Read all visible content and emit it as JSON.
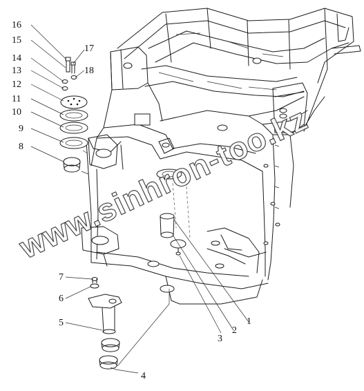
{
  "callouts": {
    "c1": "1",
    "c2": "2",
    "c3": "3",
    "c4": "4",
    "c5": "5",
    "c6": "6",
    "c7": "7",
    "c8": "8",
    "c9": "9",
    "c10": "10",
    "c11": "11",
    "c12": "12",
    "c13": "13",
    "c14": "14",
    "c15": "15",
    "c16": "16",
    "c17": "17",
    "c18": "18"
  },
  "watermark": "www.sinhron-too.kz",
  "colors": {
    "line": "#1a1a1a",
    "background": "#ffffff"
  }
}
